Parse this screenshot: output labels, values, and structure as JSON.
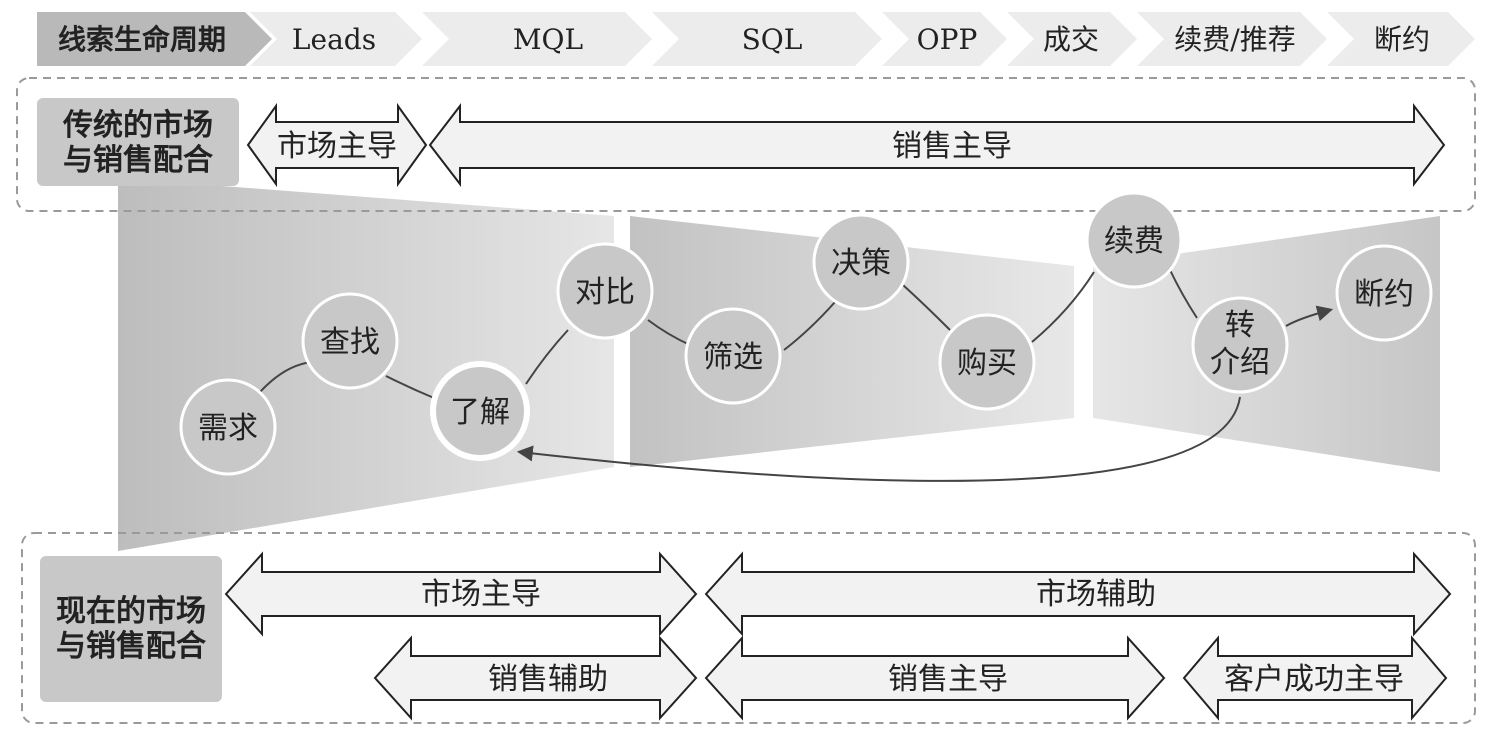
{
  "lifecycle": {
    "title": "线索生命周期",
    "stages": [
      "Leads",
      "MQL",
      "SQL",
      "OPP",
      "成交",
      "续费/推荐",
      "断约"
    ]
  },
  "traditional": {
    "label_line1": "传统的市场",
    "label_line2": "与销售配合",
    "arrows": [
      "市场主导",
      "销售主导"
    ]
  },
  "journey": {
    "nodes": {
      "xuqiu": "需求",
      "chazhao": "查找",
      "liaojie": "了解",
      "duibi": "对比",
      "shaixuan": "筛选",
      "juece": "决策",
      "goumai": "购买",
      "xufei": "续费",
      "zhuan": "转",
      "jieshao": "介绍",
      "duanyue": "断约"
    }
  },
  "current": {
    "label_line1": "现在的市场",
    "label_line2": "与销售配合",
    "arrows_row1": [
      "市场主导",
      "市场辅助"
    ],
    "arrows_row2": [
      "销售辅助",
      "销售主导",
      "客户成功主导"
    ]
  },
  "colors": {
    "header_fill": "#ececec",
    "title_fill": "#b9b9b9",
    "label_box": "#c8c8c8",
    "node_fill": "#c8c8c8",
    "funnel_fill": "#d9d9d9",
    "border": "#222222"
  }
}
